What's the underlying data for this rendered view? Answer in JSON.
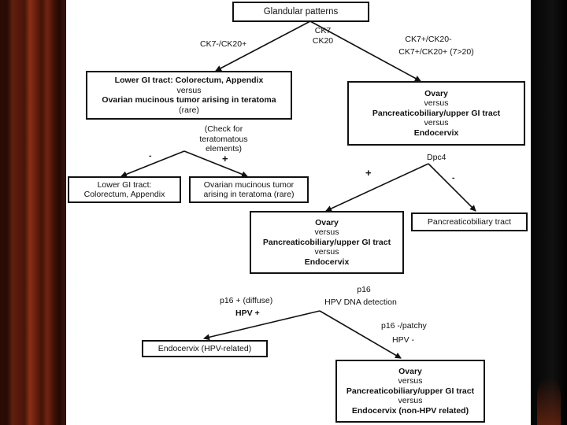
{
  "boxes": {
    "root": "Glandular patterns",
    "lower_gi": [
      "Lower GI tract: Colorectum, Appendix",
      "versus",
      "Ovarian mucinous tumor arising in teratoma",
      "(rare)"
    ],
    "ovary_top": [
      "Ovary",
      "versus",
      "Pancreaticobiliary/upper GI tract",
      "versus",
      "Endocervix"
    ],
    "lower_gi_result": [
      "Lower GI tract:",
      "Colorectum, Appendix"
    ],
    "teratoma_result": [
      "Ovarian mucinous tumor",
      "arising in teratoma (rare)"
    ],
    "ovary_mid": [
      "Ovary",
      "versus",
      "Pancreaticobiliary/upper GI tract",
      "versus",
      "Endocervix"
    ],
    "pancreatic_result": "Pancreaticobiliary tract",
    "endocervix_hpv": "Endocervix (HPV-related)",
    "ovary_bottom": [
      "Ovary",
      "versus",
      "Pancreaticobiliary/upper GI tract",
      "versus",
      "Endocervix (non-HPV related)"
    ]
  },
  "labels": {
    "ck7_line1": "CK7",
    "ck7_line2": "CK20",
    "ck7neg": "CK7-/CK20+",
    "ck7pos_1": "CK7+/CK20-",
    "ck7pos_2": "CK7+/CK20+ (7>20)",
    "check_1": "(Check for",
    "check_2": "teratomatous",
    "check_3": "elements)",
    "minus_left": "-",
    "plus_left": "+",
    "dpc4": "Dpc4",
    "plus_mid": "+",
    "minus_mid": "-",
    "p16": "p16",
    "hpv_detection": "HPV DNA detection",
    "p16_diffuse": "p16 + (diffuse)",
    "hpv_pos": "HPV +",
    "p16_patchy": "p16 -/patchy",
    "hpv_neg": "HPV -"
  }
}
